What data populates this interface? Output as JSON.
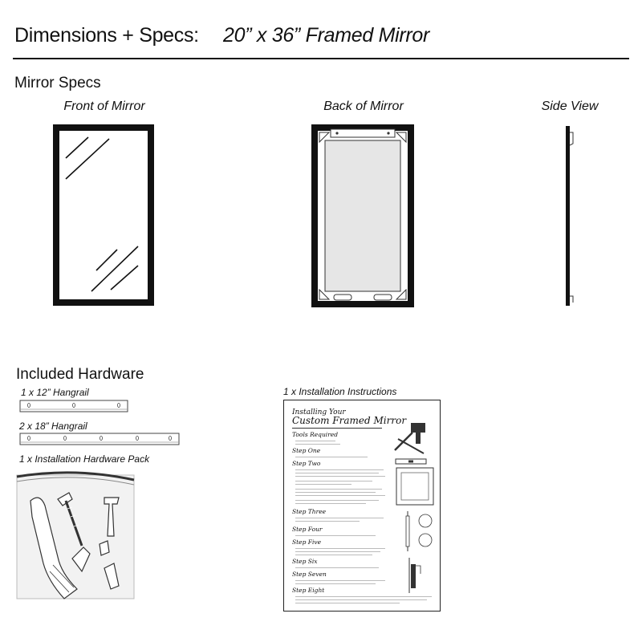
{
  "header": {
    "title": "Dimensions + Specs:",
    "subtitle": "20” x 36” Framed Mirror"
  },
  "mirror_specs": {
    "title": "Mirror Specs",
    "views": {
      "front": "Front of Mirror",
      "back": "Back of Mirror",
      "side": "Side View"
    }
  },
  "hardware": {
    "title": "Included Hardware",
    "items": {
      "hangrail_12": "1 x 12” Hangrail",
      "hangrail_18": "2 x 18” Hangrail",
      "hardware_pack": "1 x Installation Hardware Pack",
      "instructions": "1 x Installation Instructions"
    }
  },
  "instructions_sheet": {
    "title_small": "Installing Your",
    "title": "Custom Framed Mirror",
    "steps": [
      "Tools Required",
      "Step One",
      "Step Two",
      "Step Three",
      "Step Four",
      "Step Five",
      "Step Six",
      "Step Seven",
      "Step Eight"
    ]
  },
  "icons": [
    "mirror-glare-icon",
    "hangrail-icon",
    "hardware-bag-icon",
    "screw-icon",
    "anchor-icon",
    "drill-icon",
    "level-icon"
  ]
}
